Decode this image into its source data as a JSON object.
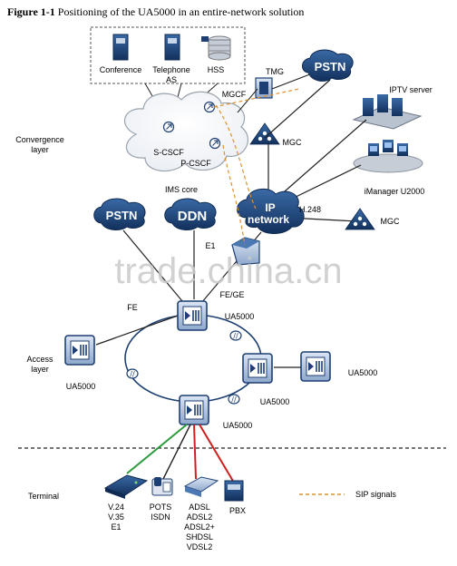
{
  "figure": {
    "number": "Figure 1-1",
    "caption": "Positioning of the UA5000 in an entire-network solution"
  },
  "ims": {
    "apps": [
      "Conference",
      "Telephone",
      "AS",
      "HSS"
    ],
    "cloud_label": "IMS core",
    "mgcf": "MGCF",
    "scscf": "S-CSCF",
    "pcscf": "P-CSCF"
  },
  "layers": {
    "convergence_line1": "Convergence",
    "convergence_line2": "layer",
    "access_line1": "Access",
    "access_line2": "layer",
    "terminal": "Terminal"
  },
  "network": {
    "tmg": "TMG",
    "pstn": "PSTN",
    "mgc": "MGC",
    "iptv": "IPTV server",
    "imanager": "iManager U2000",
    "h248": "H.248",
    "ip_line1": "IP",
    "ip_line2": "network",
    "ddn": "DDN",
    "e1": "E1",
    "fe": "FE",
    "fe_ge": "FE/GE",
    "ua5000": "UA5000"
  },
  "terminals": {
    "modem": [
      "V.24",
      "V.35",
      "E1"
    ],
    "phone": [
      "POTS",
      "ISDN"
    ],
    "dslam": [
      "ADSL",
      "ADSL2",
      "ADSL2+",
      "SHDSL",
      "VDSL2"
    ],
    "pbx": "PBX"
  },
  "legend": {
    "sip": "SIP  signals"
  },
  "watermark": "trade.china.cn",
  "colors": {
    "device_blue": "#1d3f73",
    "device_light": "#9db4d6",
    "green_link": "#2e9a3e",
    "red_link": "#d11e1e",
    "sip_line": "#e0902a"
  }
}
